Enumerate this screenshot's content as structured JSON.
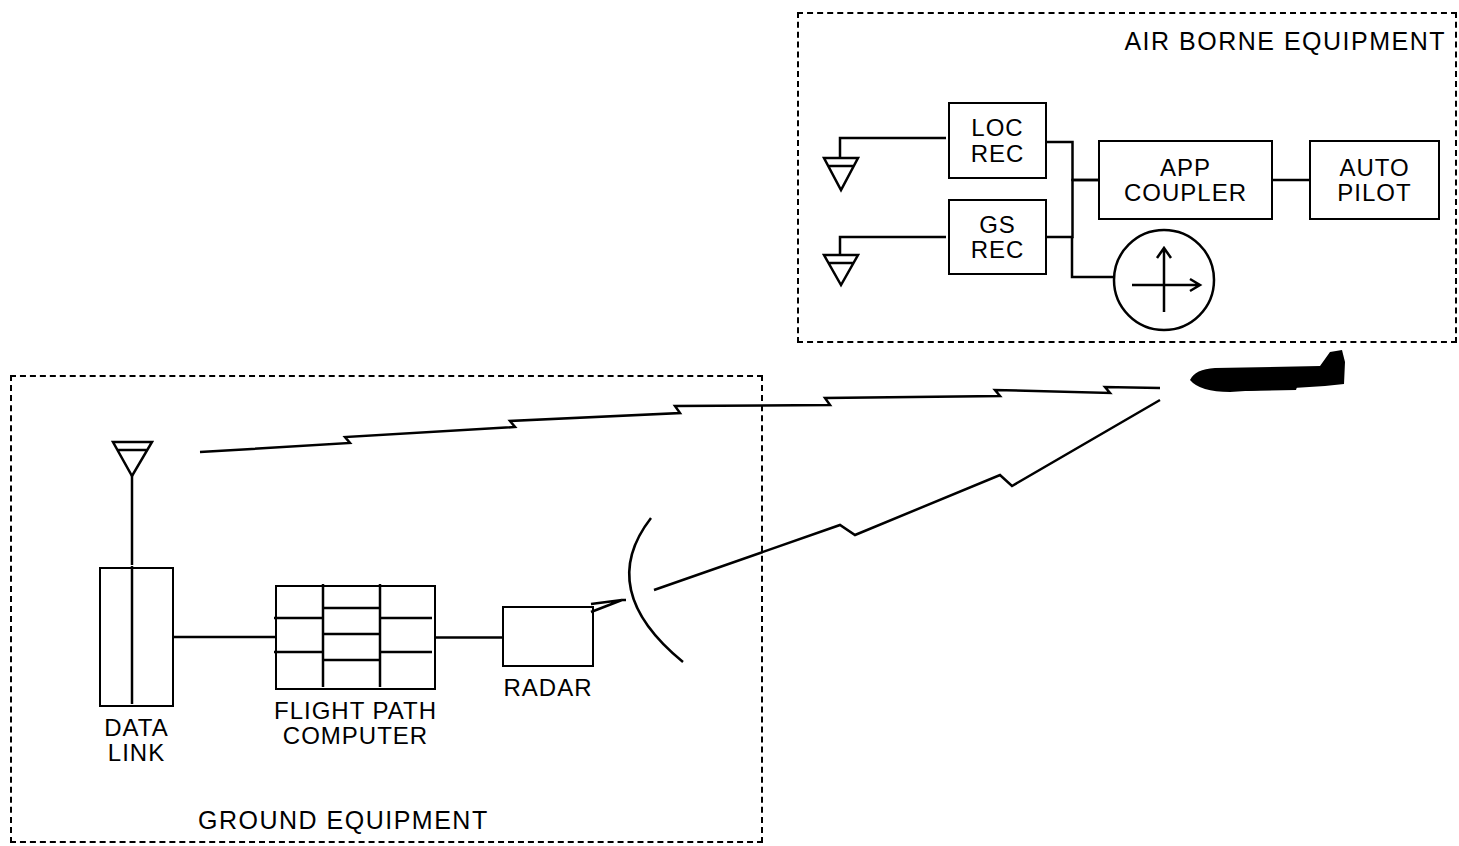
{
  "diagram": {
    "nodes": [
      {
        "text": [
          "AIR BORNE EQUIPMENT"
        ]
      },
      {
        "text": [
          "LOC REC"
        ],
        "in": 0
      },
      {
        "text": [
          "GS REC"
        ],
        "in": 0
      },
      {
        "text": [
          "APP COUPLER"
        ],
        "in": 0
      },
      {
        "text": [
          "AUTO PILOT"
        ],
        "in": 0
      },
      {
        "text": [
          "GROUND EQUIPMENT"
        ]
      },
      {
        "text": [
          "DATA LINK"
        ],
        "in": 5
      },
      {
        "text": [
          "FLIGHT PATH COMPUTER"
        ],
        "in": 5
      },
      {
        "text": [
          "RADAR"
        ],
        "in": 5
      }
    ],
    "edges": [
      {
        "from": 1,
        "to": 3,
        "arrow": "none"
      },
      {
        "from": 2,
        "to": 3,
        "arrow": "none"
      },
      {
        "from": 3,
        "to": 4,
        "arrow": "none"
      },
      {
        "from": 6,
        "to": 7,
        "arrow": "none"
      },
      {
        "from": 7,
        "to": 8,
        "arrow": "none"
      }
    ]
  }
}
